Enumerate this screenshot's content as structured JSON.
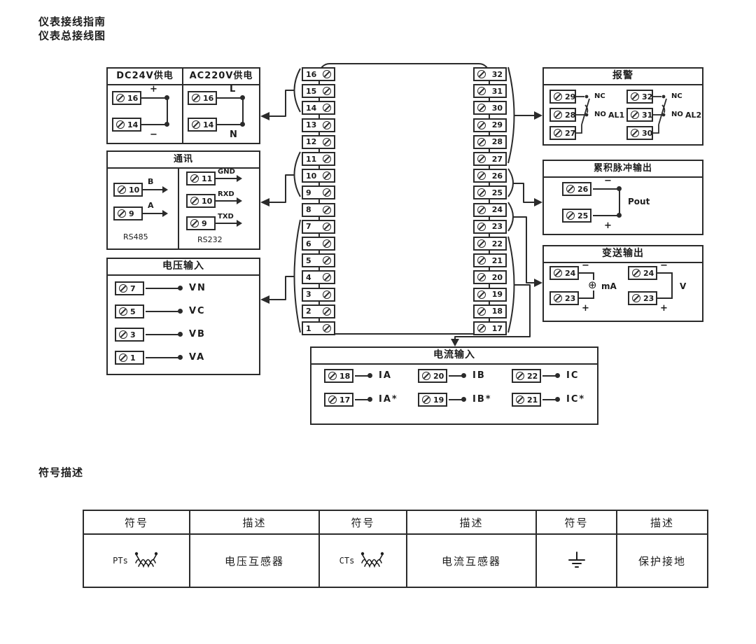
{
  "titles": {
    "line1": "仪表接线指南",
    "line2": "仪表总接线图",
    "symbols": "符号描述"
  },
  "strip": {
    "left": [
      "16",
      "15",
      "14",
      "13",
      "12",
      "11",
      "10",
      "9",
      "8",
      "7",
      "6",
      "5",
      "4",
      "3",
      "2",
      "1"
    ],
    "right": [
      "32",
      "31",
      "30",
      "29",
      "28",
      "27",
      "26",
      "25",
      "24",
      "23",
      "22",
      "21",
      "20",
      "19",
      "18",
      "17"
    ]
  },
  "power": {
    "dc_header": "DC24V供电",
    "ac_header": "AC220V供电",
    "dc": [
      {
        "num": "16",
        "sign": "+"
      },
      {
        "num": "14",
        "sign": "−"
      }
    ],
    "ac": [
      {
        "num": "16",
        "sign": "L"
      },
      {
        "num": "14",
        "sign": "N"
      }
    ]
  },
  "comm": {
    "header": "通讯",
    "rs485_label": "RS485",
    "rs232_label": "RS232",
    "rs485": [
      {
        "num": "10",
        "sig": "B"
      },
      {
        "num": "9",
        "sig": "A"
      }
    ],
    "rs232": [
      {
        "num": "11",
        "sig": "GND"
      },
      {
        "num": "10",
        "sig": "RXD"
      },
      {
        "num": "9",
        "sig": "TXD"
      }
    ]
  },
  "voltage": {
    "header": "电压输入",
    "rows": [
      {
        "num": "7",
        "sig": "VN"
      },
      {
        "num": "5",
        "sig": "VC"
      },
      {
        "num": "3",
        "sig": "VB"
      },
      {
        "num": "1",
        "sig": "VA"
      }
    ]
  },
  "alarm": {
    "header": "报警",
    "groups": [
      {
        "label": "AL1",
        "nc": "NC",
        "no": "NO",
        "terminals": [
          "29",
          "28",
          "27"
        ]
      },
      {
        "label": "AL2",
        "nc": "NC",
        "no": "NO",
        "terminals": [
          "32",
          "31",
          "30"
        ]
      }
    ]
  },
  "pulse": {
    "header": "累积脉冲输出",
    "rows": [
      {
        "num": "26",
        "sign": "−"
      },
      {
        "num": "25",
        "sign": "+"
      }
    ],
    "signal": "Pout"
  },
  "transmit": {
    "header": "变送输出",
    "ma": {
      "rows": [
        {
          "num": "24",
          "sign": "−"
        },
        {
          "num": "23",
          "sign": "+"
        }
      ],
      "source_symbol": "⊕",
      "unit": "mA"
    },
    "v": {
      "rows": [
        {
          "num": "24",
          "sign": "−"
        },
        {
          "num": "23",
          "sign": "+"
        }
      ],
      "unit": "V"
    }
  },
  "current": {
    "header": "电流输入",
    "groups": [
      [
        {
          "num": "18",
          "sig": "IA"
        },
        {
          "num": "17",
          "sig": "IA*"
        }
      ],
      [
        {
          "num": "20",
          "sig": "IB"
        },
        {
          "num": "19",
          "sig": "IB*"
        }
      ],
      [
        {
          "num": "22",
          "sig": "IC"
        },
        {
          "num": "21",
          "sig": "IC*"
        }
      ]
    ]
  },
  "symbol_table": {
    "headers": [
      "符号",
      "描述",
      "符号",
      "描述",
      "符号",
      "描述"
    ],
    "pt_label": "PTs",
    "pt_desc": "电压互感器",
    "ct_label": "CTs",
    "ct_desc": "电流互感器",
    "ground_desc": "保护接地"
  }
}
